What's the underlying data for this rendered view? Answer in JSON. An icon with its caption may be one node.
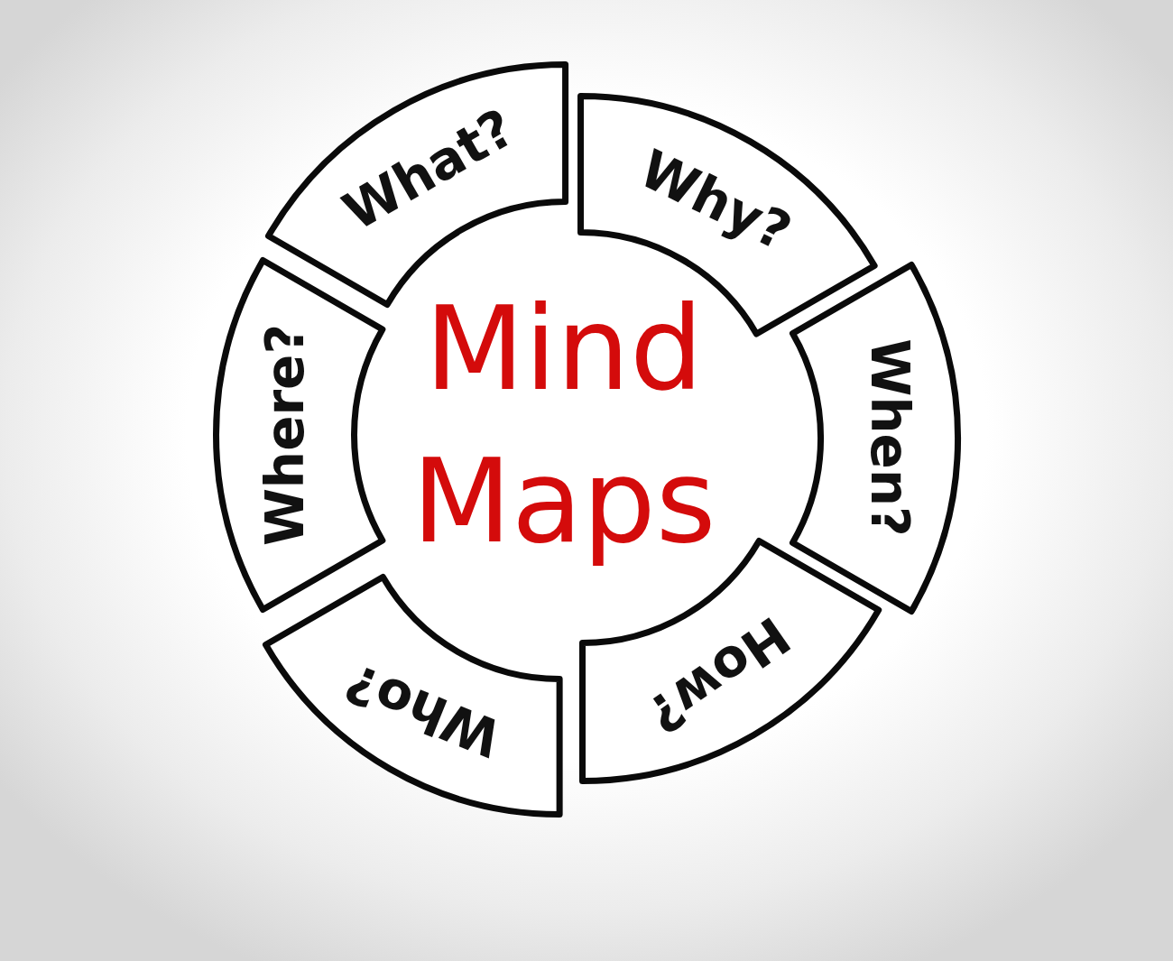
{
  "diagram": {
    "title": "Mind Maps",
    "nodes": [
      {
        "text": [
          "What?"
        ]
      },
      {
        "text": [
          "Why?"
        ]
      },
      {
        "text": [
          "When?"
        ]
      },
      {
        "text": [
          "How?"
        ]
      },
      {
        "text": [
          "Who?"
        ]
      },
      {
        "text": [
          "Where?"
        ]
      }
    ]
  }
}
